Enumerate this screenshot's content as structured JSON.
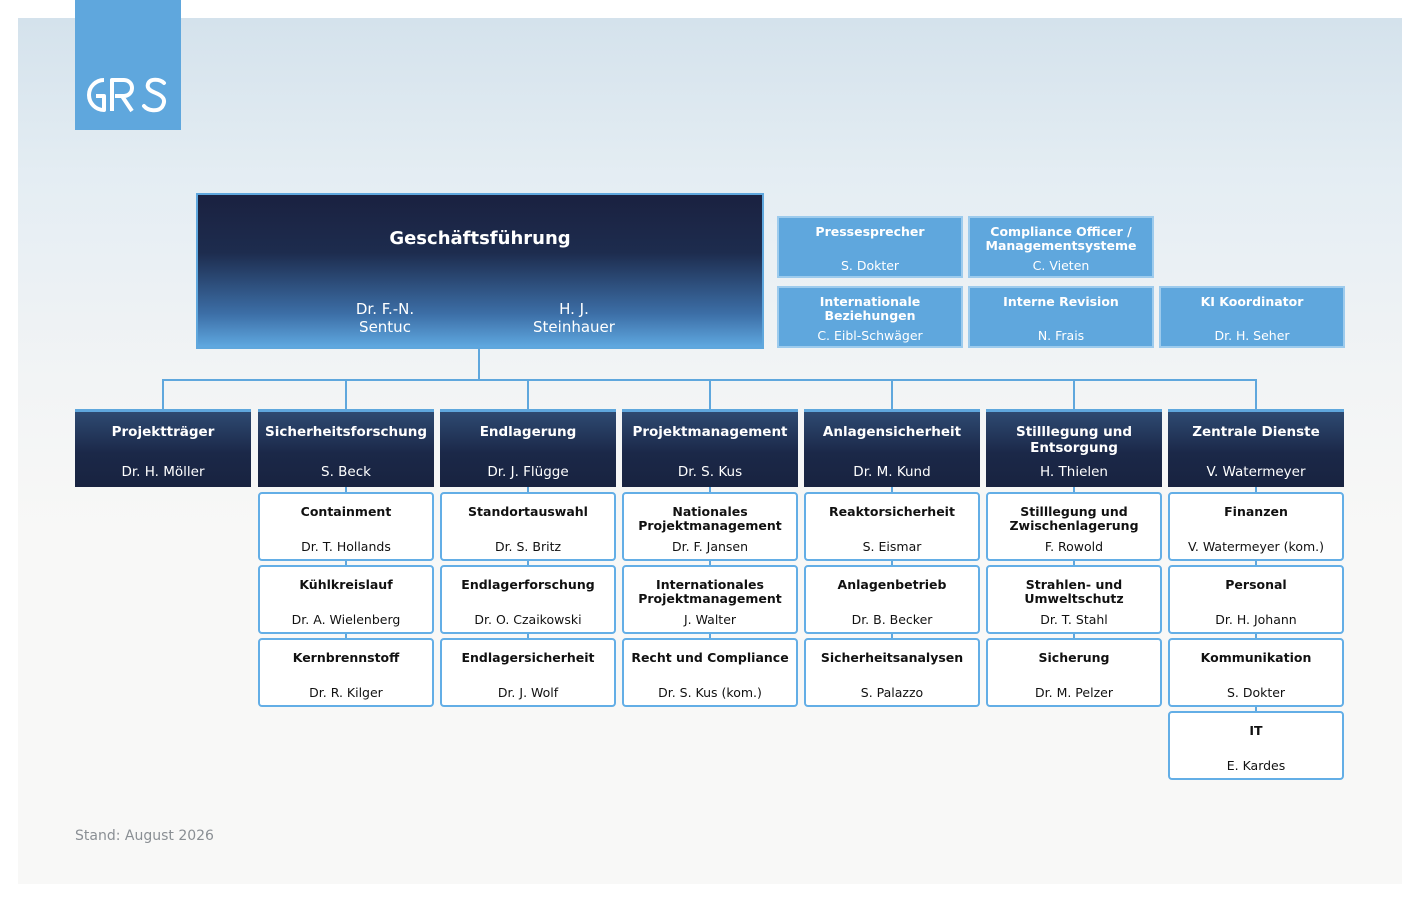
{
  "logo": {
    "text": "GRS",
    "color": "#5fa7dd"
  },
  "management": {
    "title": "Geschäftsführung",
    "names": [
      "Dr. F.-N. Sentuc",
      "H. J. Steinhauer"
    ]
  },
  "staff_units": [
    {
      "title": "Pressesprecher",
      "name": "S. Dokter"
    },
    {
      "title": "Compliance Officer / Managementsysteme",
      "name": "C. Vieten"
    },
    {
      "title": "Internationale Beziehungen",
      "name": "C. Eibl-Schwäger"
    },
    {
      "title": "Interne Revision",
      "name": "N. Frais"
    },
    {
      "title": "KI Koordinator",
      "name": "Dr. H. Seher"
    }
  ],
  "divisions": [
    {
      "title": "Projektträger",
      "name": "Dr. H. Möller",
      "departments": []
    },
    {
      "title": "Sicherheitsforschung",
      "name": "S. Beck",
      "departments": [
        {
          "title": "Containment",
          "name": "Dr. T. Hollands"
        },
        {
          "title": "Kühlkreislauf",
          "name": "Dr. A. Wielenberg"
        },
        {
          "title": "Kernbrennstoff",
          "name": "Dr. R. Kilger"
        }
      ]
    },
    {
      "title": "Endlagerung",
      "name": "Dr. J. Flügge",
      "departments": [
        {
          "title": "Standortauswahl",
          "name": "Dr. S. Britz"
        },
        {
          "title": "Endlagerforschung",
          "name": "Dr. O. Czaikowski"
        },
        {
          "title": "Endlagersicherheit",
          "name": "Dr. J. Wolf"
        }
      ]
    },
    {
      "title": "Projektmanagement",
      "name": "Dr. S. Kus",
      "departments": [
        {
          "title": "Nationales Projektmanagement",
          "name": "Dr. F. Jansen"
        },
        {
          "title": "Internationales Projektmanagement",
          "name": "J. Walter"
        },
        {
          "title": "Recht und Compliance",
          "name": "Dr. S. Kus (kom.)"
        }
      ]
    },
    {
      "title": "Anlagensicherheit",
      "name": "Dr. M. Kund",
      "departments": [
        {
          "title": "Reaktorsicherheit",
          "name": "S. Eismar"
        },
        {
          "title": "Anlagenbetrieb",
          "name": "Dr. B. Becker"
        },
        {
          "title": "Sicherheitsanalysen",
          "name": "S. Palazzo"
        }
      ]
    },
    {
      "title": "Stilllegung und Entsorgung",
      "name": "H. Thielen",
      "departments": [
        {
          "title": "Stilllegung und Zwischenlagerung",
          "name": "F. Rowold"
        },
        {
          "title": "Strahlen- und Umweltschutz",
          "name": "Dr. T. Stahl"
        },
        {
          "title": "Sicherung",
          "name": "Dr. M. Pelzer"
        }
      ]
    },
    {
      "title": "Zentrale Dienste",
      "name": "V. Watermeyer",
      "departments": [
        {
          "title": "Finanzen",
          "name": "V. Watermeyer (kom.)"
        },
        {
          "title": "Personal",
          "name": "Dr. H. Johann"
        },
        {
          "title": "Kommunikation",
          "name": "S. Dokter"
        },
        {
          "title": "IT",
          "name": "E. Kardes"
        }
      ]
    }
  ],
  "footer": {
    "stand": "Stand: August 2026"
  },
  "colors": {
    "accent": "#5fa7dd",
    "division_dark": "#1b2848",
    "connector": "#5fa7dd",
    "dept_border": "#63aee6"
  }
}
